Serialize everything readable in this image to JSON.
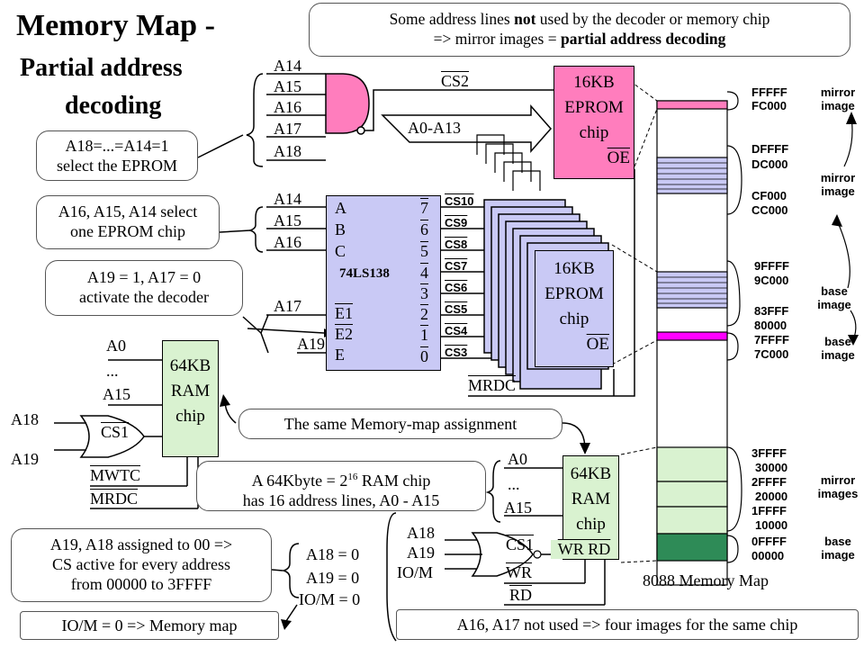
{
  "title": {
    "line1": "Memory Map -",
    "line2a": "Partial address",
    "line2b": "decoding"
  },
  "top_note": {
    "text1a": "Some address lines ",
    "text1b": "not",
    "text1c": " used by the decoder or memory chip",
    "text2a": "=> mirror images = ",
    "text2b": "partial address decoding"
  },
  "notes": {
    "eprom_select": [
      "A18=...=A14=1",
      "select the EPROM"
    ],
    "one_chip": [
      "A16, A15, A14 select",
      "one EPROM chip"
    ],
    "decoder_activate": [
      "A19 = 1, A17 = 0",
      "activate the decoder"
    ],
    "same_assign": "The same Memory-map assignment",
    "ram_lines": [
      "A 64Kbyte = 2",
      "16",
      " RAM chip",
      "has 16 address lines, A0 - A15"
    ],
    "a19a18": [
      "A19, A18 assigned to 00 =>",
      "CS active for every address",
      "from 00000 to 3FFFF"
    ],
    "iom": "IO/M = 0 => Memory map",
    "a16a17": "A16, A17 not used => four images for the same chip"
  },
  "nand_inputs": [
    "A14",
    "A15",
    "A16",
    "A17",
    "A18"
  ],
  "cs2": "CS2",
  "a0a13": "A0-A13",
  "eprom_top": [
    "16KB",
    "EPROM",
    "chip",
    "OE"
  ],
  "decoder": {
    "inputs_abc": [
      "A14",
      "A15",
      "A16"
    ],
    "a17": "A17",
    "a19": "A19",
    "left_pins": [
      "A",
      "B",
      "C"
    ],
    "enables": [
      "E1",
      "E2",
      "E"
    ],
    "name": "74LS138",
    "outputs": [
      "7",
      "6",
      "5",
      "4",
      "3",
      "2",
      "1",
      "0"
    ],
    "cs_labels": [
      "CS10",
      "CS9",
      "CS8",
      "CS7",
      "CS6",
      "CS5",
      "CS4",
      "CS3"
    ]
  },
  "eprom_stack": [
    "16KB",
    "EPROM",
    "chip",
    "OE"
  ],
  "mrdc": "MRDC",
  "ram_left": {
    "lines": [
      "A0",
      "...",
      "A15"
    ],
    "chip": [
      "64KB",
      "RAM",
      "chip"
    ],
    "or_inputs": [
      "A18",
      "A19"
    ],
    "cs": "CS1",
    "mwtc": "MWTC",
    "mrdc": "MRDC"
  },
  "ram_right": {
    "lines": [
      "A0",
      "...",
      "A15"
    ],
    "chip": [
      "64KB",
      "RAM",
      "chip"
    ],
    "wr_rd": "WR RD",
    "or_inputs": [
      "A18",
      "A19",
      "IO/M"
    ],
    "cs": "CS1",
    "wr": "WR",
    "rd": "RD"
  },
  "equations": [
    "A18 = 0",
    "A19 = 0",
    "IO/M = 0"
  ],
  "memmap": {
    "caption": "8088 Memory Map",
    "addresses": [
      {
        "hi": "FFFFF",
        "lo": "FC000"
      },
      {
        "hi": "DFFFF",
        "lo": "DC000"
      },
      {
        "hi": "CF000",
        "lo": "CC000"
      },
      {
        "hi": "9FFFF",
        "lo": "9C000"
      },
      {
        "hi": "83FFF",
        "lo": "80000"
      },
      {
        "hi": "7FFFF",
        "lo": "7C000"
      },
      {
        "hi": "3FFFF",
        "lo": "30000"
      },
      {
        "hi": "2FFFF",
        "lo": "20000"
      },
      {
        "hi": "1FFFF",
        "lo": "10000"
      },
      {
        "hi": "0FFFF",
        "lo": "00000"
      }
    ],
    "labels": [
      {
        "a": "mirror",
        "b": "image"
      },
      {
        "a": "mirror",
        "b": "image"
      },
      {
        "a": "base",
        "b": "image"
      },
      {
        "a": "base",
        "b": "image"
      },
      {
        "a": "mirror",
        "b": "images"
      },
      {
        "a": "base",
        "b": "image"
      }
    ],
    "colors": {
      "eprom": "#ff7dbd",
      "lavender": "#c9c9f5",
      "green": "#d9f2d0",
      "base_green": "#2e8b57",
      "magenta": "#ff00ff"
    }
  }
}
